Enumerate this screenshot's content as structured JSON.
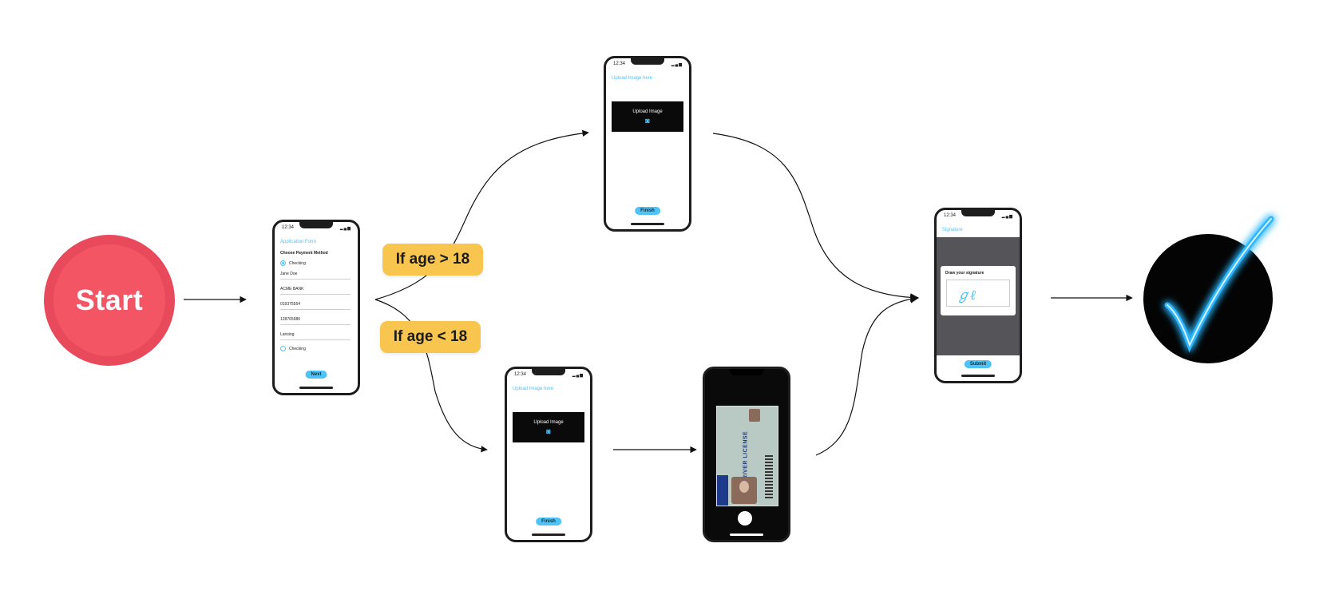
{
  "start": {
    "label": "Start"
  },
  "conditions": {
    "adult": "If age > 18",
    "minor": "If age < 18"
  },
  "phones": {
    "time": "12:34",
    "application_form": {
      "title": "Application Form",
      "heading": "Choose Payment Method",
      "radio_top": "Checking",
      "fields": [
        "Jane Doe",
        "ACME BANK",
        "019375554",
        "128765980",
        "Lansing"
      ],
      "radio_bottom": "Checking",
      "button": "Next"
    },
    "upload_adult": {
      "title": "Upload Image here",
      "box_label": "Upload Image",
      "button": "Finish"
    },
    "upload_minor": {
      "title": "Upload Image here",
      "box_label": "Upload Image",
      "button": "Finish"
    },
    "license_capture": {
      "card_title": "DRIVER LICENSE"
    },
    "signature": {
      "title": "Signature",
      "card_title": "Draw your signature",
      "button": "Submit"
    }
  },
  "colors": {
    "start": "#f45565",
    "condition": "#f8c54e",
    "accent": "#4fc3f7",
    "done_glow": "#2fb7ff"
  },
  "icons": {
    "upload": "camera-icon",
    "done": "checkmark-icon"
  }
}
